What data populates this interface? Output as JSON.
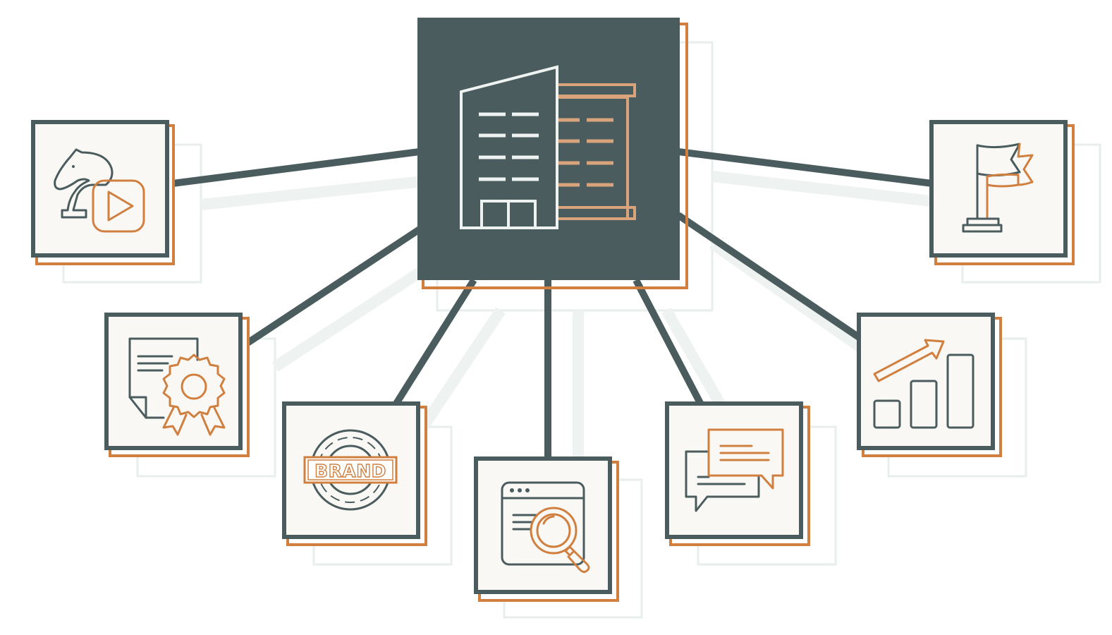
{
  "diagram": {
    "hub": {
      "icon": "office-building-icon"
    },
    "nodes": [
      {
        "id": "strategy",
        "icon": "chess-knight-play-icon"
      },
      {
        "id": "quality",
        "icon": "certificate-badge-icon"
      },
      {
        "id": "brand",
        "icon": "brand-stamp-icon",
        "label": "BRAND"
      },
      {
        "id": "seo",
        "icon": "browser-search-icon"
      },
      {
        "id": "communication",
        "icon": "chat-bubbles-icon"
      },
      {
        "id": "growth",
        "icon": "growth-chart-icon"
      },
      {
        "id": "goal",
        "icon": "flag-icon"
      }
    ]
  },
  "colors": {
    "primary": "#4a5c5d",
    "accent": "#d17f3f",
    "shadow": "#e7eeec",
    "tile_background": "#f9f8f5"
  }
}
